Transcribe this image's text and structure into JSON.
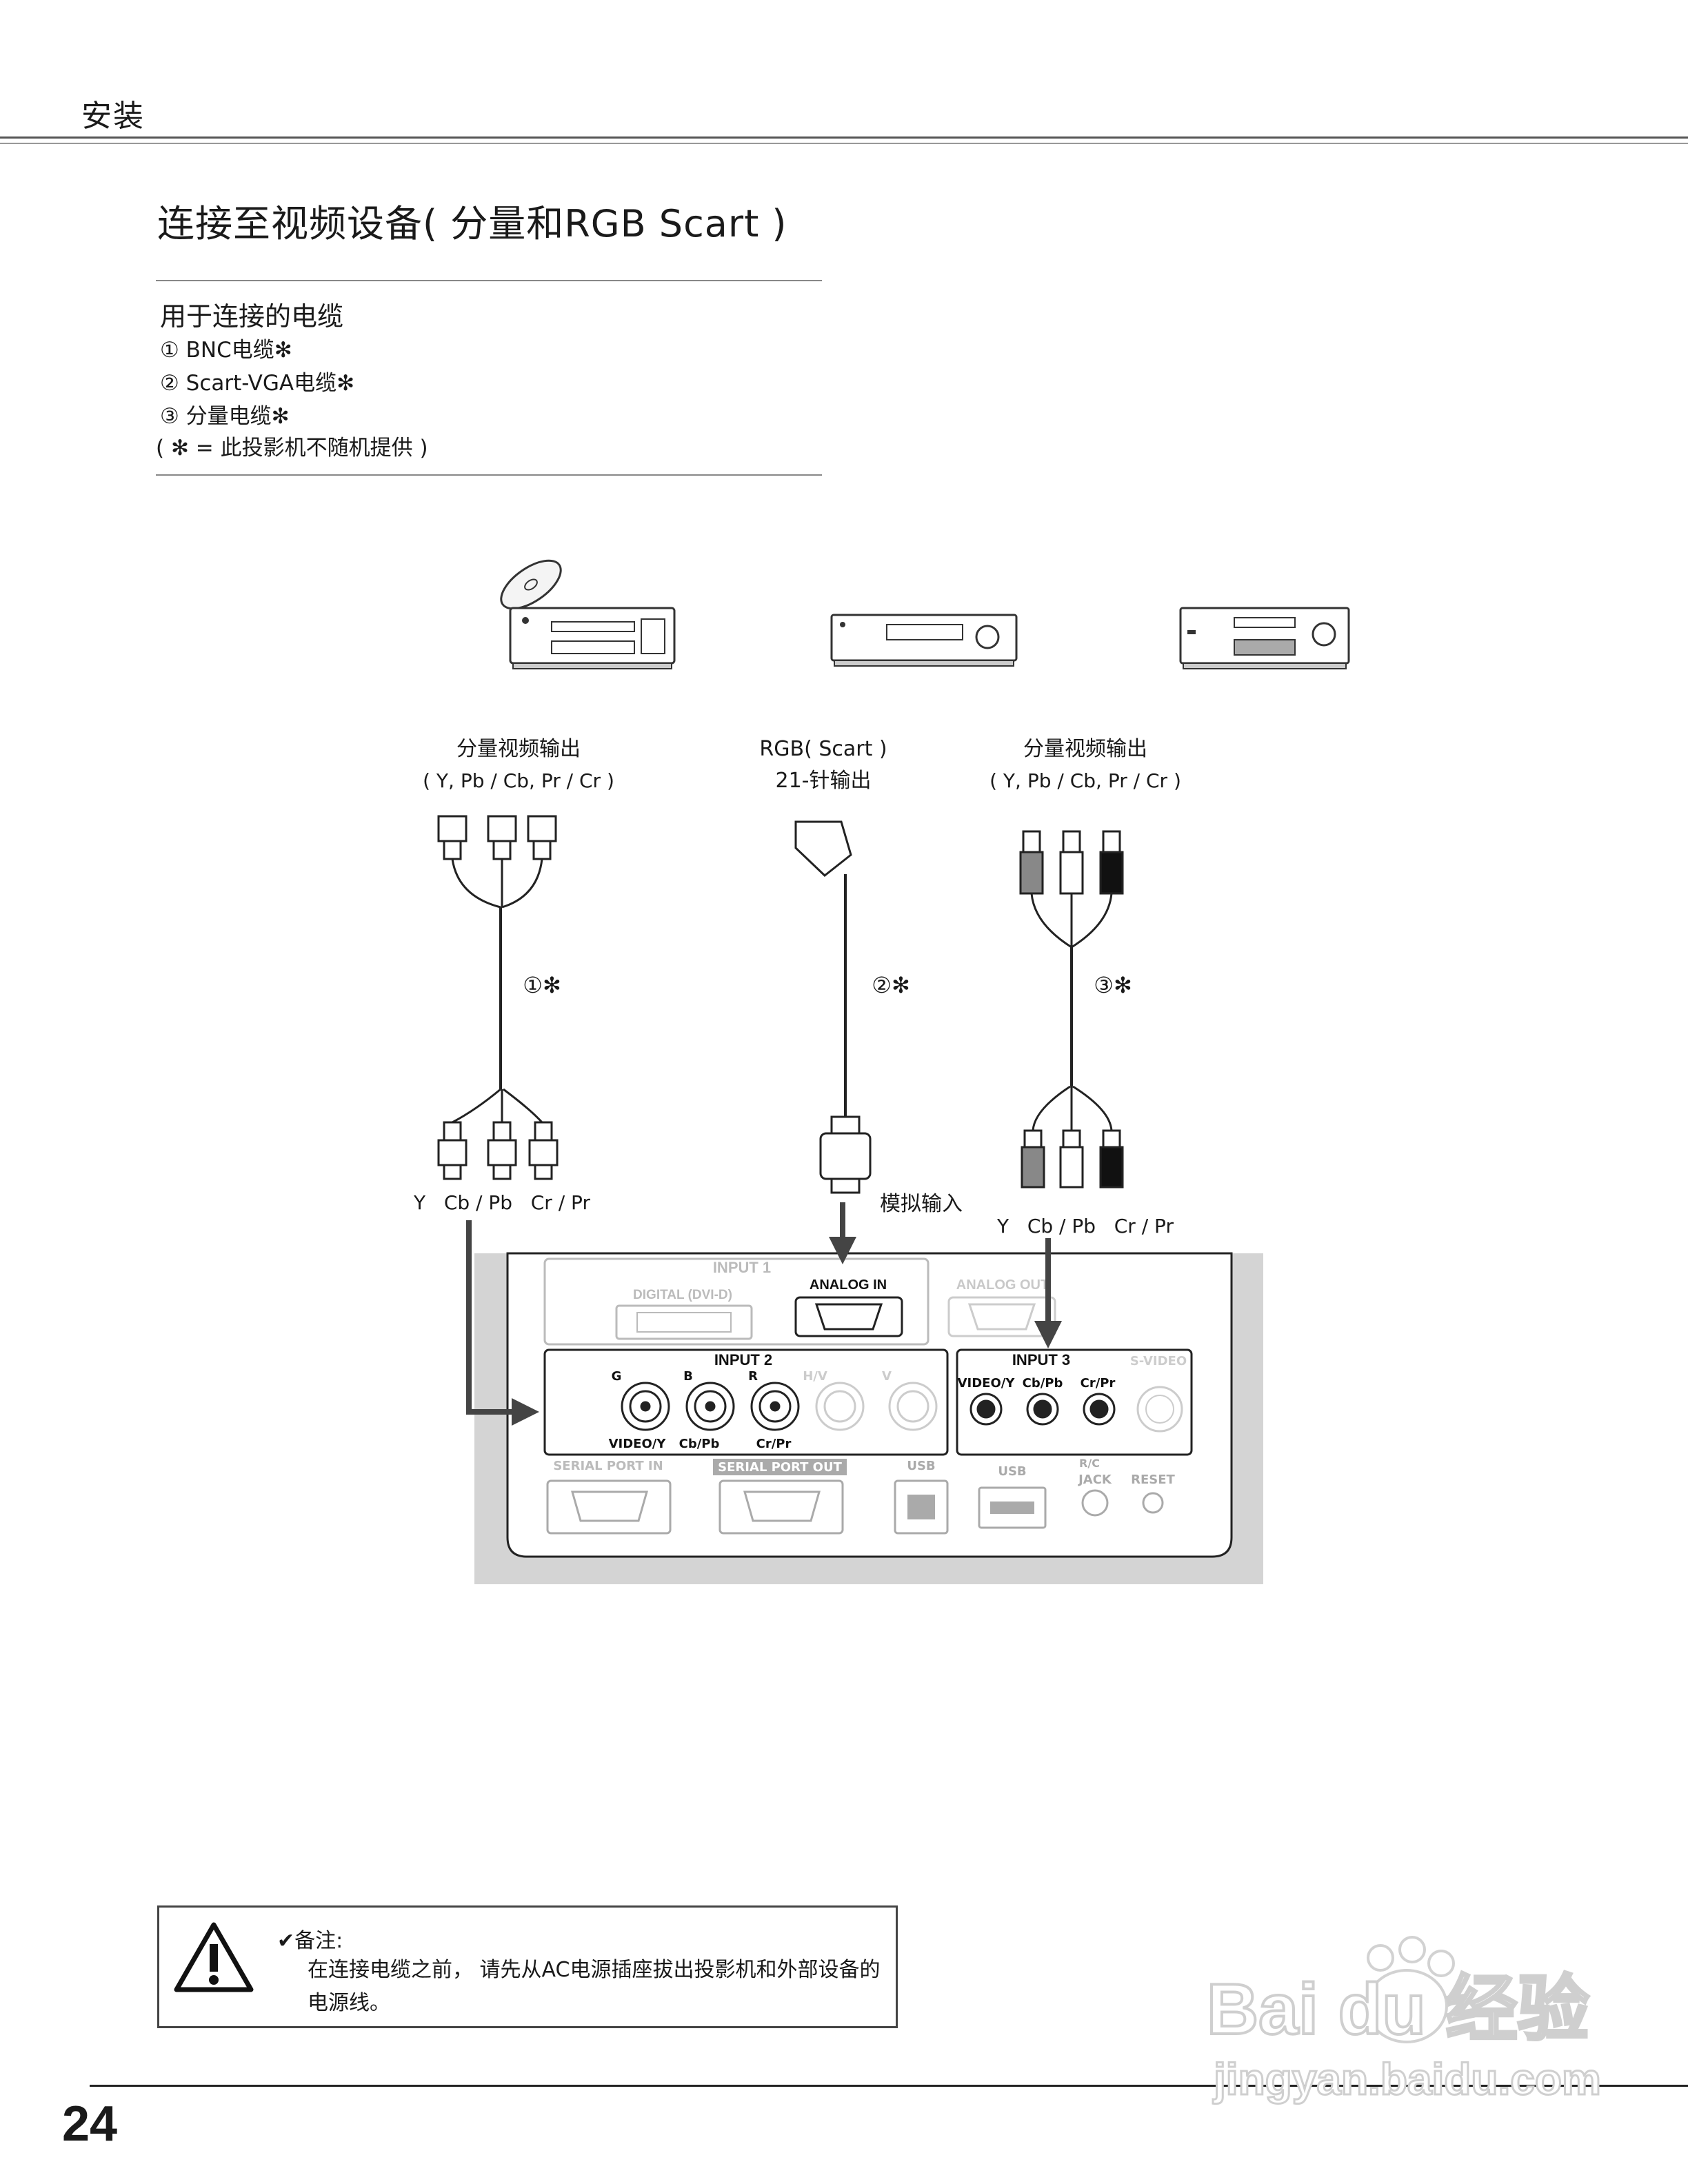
{
  "header": {
    "section": "安装"
  },
  "title": "连接至视频设备( 分量和RGB Scart )",
  "cables": {
    "heading": "用于连接的电缆",
    "items": [
      "① BNC电缆✻",
      "② Scart-VGA电缆✻",
      "③ 分量电缆✻"
    ],
    "note": "( ✻ = 此投影机不随机提供 )"
  },
  "diagram": {
    "left_output": {
      "line1": "分量视频输出",
      "line2": "( Y,  Pb / Cb,  Pr / Cr )"
    },
    "center_output": {
      "line1": "RGB( Scart )",
      "line2": "21-针输出"
    },
    "right_output": {
      "line1": "分量视频输出",
      "line2": "( Y,  Pb / Cb,  Pr / Cr )"
    },
    "cable1_label": "①✻",
    "cable2_label": "②✻",
    "cable3_label": "③✻",
    "left_plugs": "Y   Cb / Pb   Cr / Pr",
    "right_plugs": "Y   Cb / Pb   Cr / Pr",
    "analog_input": "模拟输入",
    "panel": {
      "input1": "INPUT 1",
      "digital": "DIGITAL (DVI-D)",
      "analog_in": "ANALOG IN",
      "analog_out": "ANALOG OUT",
      "input2": "INPUT 2",
      "g": "G",
      "b": "B",
      "r": "R",
      "hv": "H/V",
      "v": "V",
      "video_y": "VIDEO/Y",
      "cb_pb": "Cb/Pb",
      "cr_pr": "Cr/Pr",
      "input3": "INPUT 3",
      "svideo": "S-VIDEO",
      "in3_video_y": "VIDEO/Y",
      "in3_cb_pb": "Cb/Pb",
      "in3_cr_pr": "Cr/Pr",
      "serial_in": "SERIAL PORT IN",
      "serial_out": "SERIAL PORT OUT",
      "usb1": "USB",
      "usb2": "USB",
      "rc": "R/C",
      "jack": "JACK",
      "reset": "RESET"
    }
  },
  "note": {
    "heading": "✔备注:",
    "body": "在连接电缆之前， 请先从AC电源插座拔出投影机和外部设备的电源线。"
  },
  "page_number": "24",
  "watermark": {
    "brand": "Bai du 经验",
    "url": "jingyan.baidu.com"
  }
}
